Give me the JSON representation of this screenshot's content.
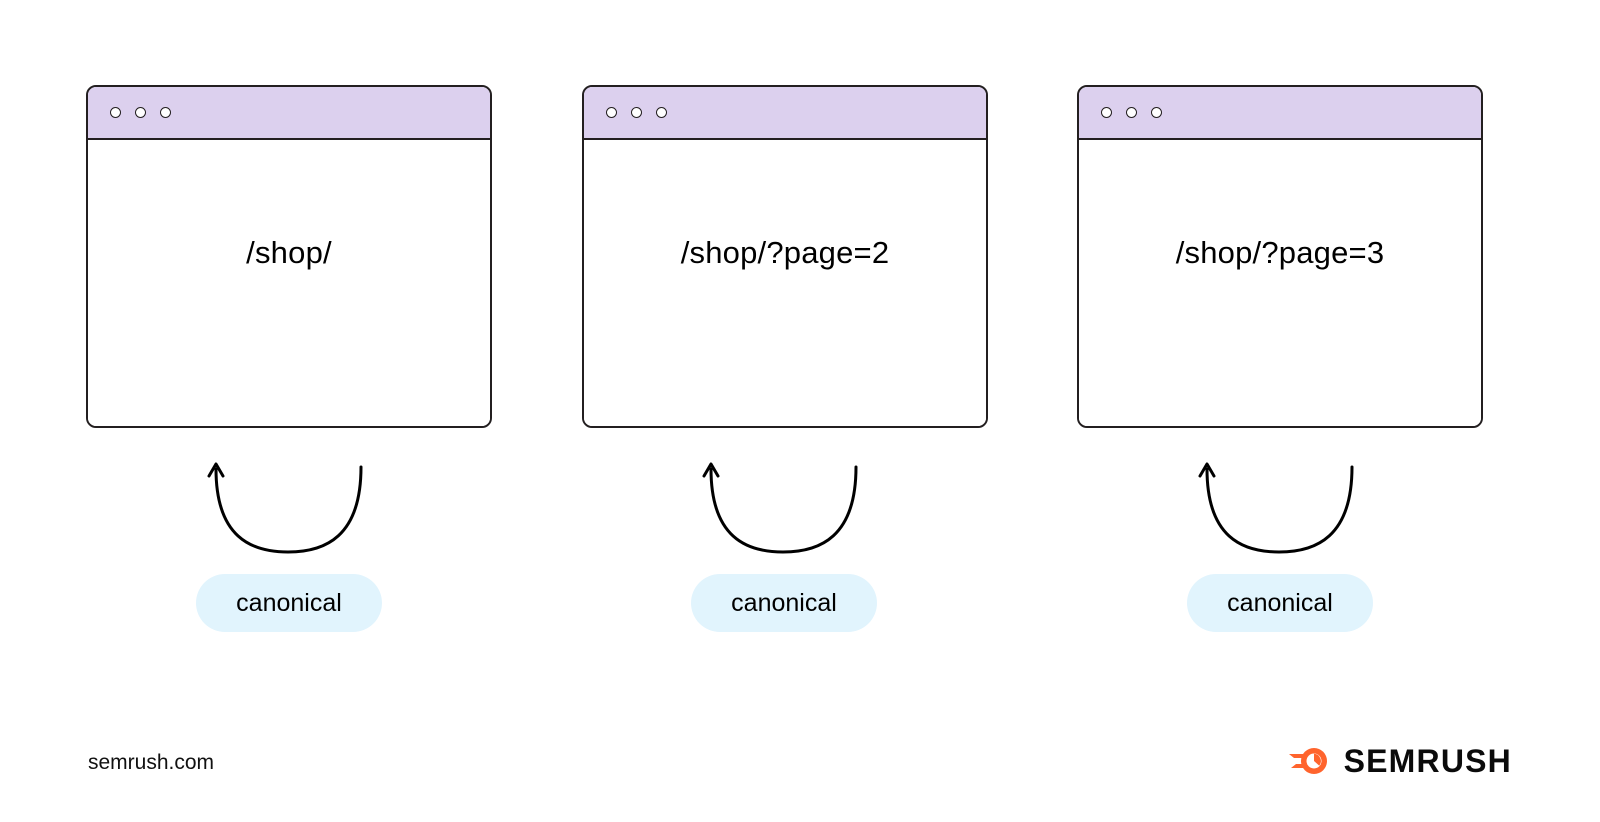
{
  "page": {
    "background_color": "#ffffff",
    "footer_source": "semrush.com"
  },
  "brand": {
    "name": "SEMRUSH",
    "mark_color": "#ff642d",
    "wordmark_color": "#0b0b0b"
  },
  "colors": {
    "titlebar_purple": "#dcd0ee",
    "window_border": "#231f20",
    "pill_blue": "#e1f4fd",
    "arrow_stroke": "#000000",
    "text": "#000000"
  },
  "diagram": {
    "type": "canonical-tag-self-reference",
    "columns": [
      {
        "window": {
          "url_label": "/shop/",
          "dots": [
            "close-dot",
            "minimize-dot",
            "maximize-dot"
          ]
        },
        "arrow": {
          "direction": "loop-back-to-self",
          "label": "self-referencing canonical"
        },
        "pill": {
          "label": "canonical"
        }
      },
      {
        "window": {
          "url_label": "/shop/?page=2",
          "dots": [
            "close-dot",
            "minimize-dot",
            "maximize-dot"
          ]
        },
        "arrow": {
          "direction": "loop-back-to-self",
          "label": "self-referencing canonical"
        },
        "pill": {
          "label": "canonical"
        }
      },
      {
        "window": {
          "url_label": "/shop/?page=3",
          "dots": [
            "close-dot",
            "minimize-dot",
            "maximize-dot"
          ]
        },
        "arrow": {
          "direction": "loop-back-to-self",
          "label": "self-referencing canonical"
        },
        "pill": {
          "label": "canonical"
        }
      }
    ]
  }
}
